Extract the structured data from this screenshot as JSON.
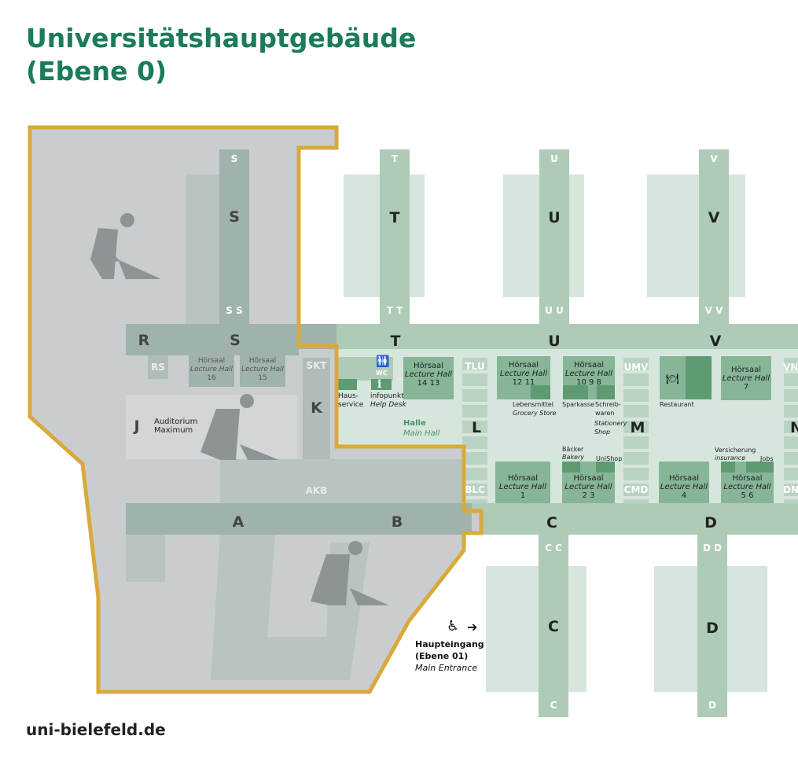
{
  "title": {
    "line1": "Universitätshauptgebäude",
    "line2": "(Ebene 0)"
  },
  "footer": "uni-bielefeld.de",
  "colors": {
    "title": "#1b7b5c",
    "construction_border": "#d9a93a",
    "corridor": "#aecbb8",
    "room": "#86b597"
  },
  "wings": {
    "S": "S",
    "SS": "S S",
    "R": "R",
    "RS": "RS",
    "J": "J",
    "K": "K",
    "SKT": "SKT",
    "AKB": "AKB",
    "A": "A",
    "B": "B",
    "T": "T",
    "TT": "T T",
    "U": "U",
    "UU": "U U",
    "V": "V",
    "VV": "V V",
    "TLU": "TLU",
    "L": "L",
    "BLC": "BLC",
    "UMV": "UMV",
    "M": "M",
    "CMD": "CMD",
    "VNV": "VNV",
    "N": "N",
    "DND": "DND",
    "C": "C",
    "CC": "C C",
    "D": "D",
    "DD": "D D"
  },
  "halls": {
    "label": "Hörsaal",
    "label_en": "Lecture Hall",
    "h16": "16",
    "h15": "15",
    "h1413": "14   13",
    "h1211": "12        11",
    "h1098": "10    9    8",
    "h7": "7",
    "h1": "1",
    "h23": "2    3",
    "h4": "4",
    "h56": "5        6"
  },
  "places": {
    "auditorium": "Auditorium",
    "maximum": "Maximum",
    "hausservice": "Haus-\nservice",
    "wc": "WC",
    "infopunkt": "infopunkt",
    "helpdesk": "Help Desk",
    "halle": "Halle",
    "mainhall": "Main Hall",
    "lebensmittel": "Lebensmittel",
    "grocery": "Grocery Store",
    "sparkasse": "Sparkasse",
    "schreib": "Schreib-\nwaren",
    "stationery": "Stationery\nShop",
    "restaurant": "Restaurant",
    "baecker": "Bäcker",
    "bakery": "Bakery",
    "unishop": "UniShop",
    "versicherung": "Versicherung",
    "insurance": "insurance",
    "jobs": "Jobs"
  },
  "entrance": {
    "line1": "Haupteingang",
    "line2": "(Ebene 01)",
    "line3": "Main Entrance"
  }
}
